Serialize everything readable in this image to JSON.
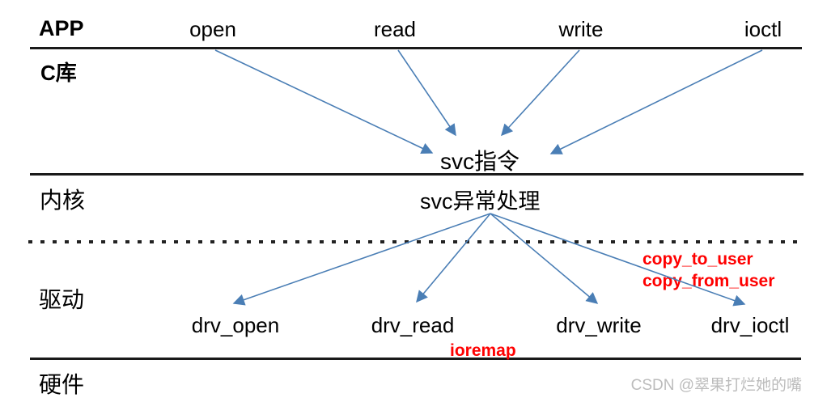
{
  "diagram": {
    "layers": {
      "app": "APP",
      "clib": "C库",
      "kernel": "内核",
      "driver": "驱动",
      "hardware": "硬件"
    },
    "app_calls": [
      "open",
      "read",
      "write",
      "ioctl"
    ],
    "svc_instruction": "svc指令",
    "svc_exception": "svc异常处理",
    "driver_funcs": [
      "drv_open",
      "drv_read",
      "drv_write",
      "drv_ioctl"
    ],
    "annotations": {
      "copy_to_user": "copy_to_user",
      "copy_from_user": "copy_from_user",
      "ioremap": "ioremap"
    },
    "watermark": "CSDN @翠果打烂她的嘴",
    "colors": {
      "arrow": "#4a7eb5",
      "annotation": "#ff0000",
      "line": "#1a1a1a",
      "watermark": "#bcbcbc"
    }
  }
}
